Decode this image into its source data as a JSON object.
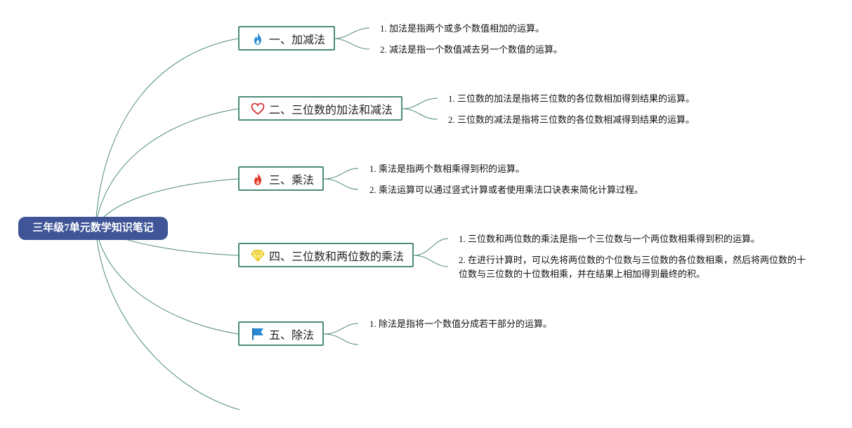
{
  "root": {
    "title": "三年级7单元数学知识笔记"
  },
  "branches": [
    {
      "title": "一、加减法",
      "icon": "fire-blue-icon",
      "points": [
        "1. 加法是指两个或多个数值相加的运算。",
        "2. 减法是指一个数值减去另一个数值的运算。"
      ]
    },
    {
      "title": "二、三位数的加法和减法",
      "icon": "heart-outline-icon",
      "points": [
        "1. 三位数的加法是指将三位数的各位数相加得到结果的运算。",
        "2. 三位数的减法是指将三位数的各位数相减得到结果的运算。"
      ]
    },
    {
      "title": "三、乘法",
      "icon": "fire-red-icon",
      "points": [
        "1. 乘法是指两个数相乘得到积的运算。",
        "2. 乘法运算可以通过竖式计算或者使用乘法口诀表来简化计算过程。"
      ]
    },
    {
      "title": "四、三位数和两位数的乘法",
      "icon": "diamond-icon",
      "points": [
        "1. 三位数和两位数的乘法是指一个三位数与一个两位数相乘得到积的运算。",
        "2. 在进行计算时，可以先将两位数的个位数与三位数的各位数相乘，然后将两位数的十位数与三位数的十位数相乘，并在结果上相加得到最终的积。"
      ]
    },
    {
      "title": "五、除法",
      "icon": "flag-icon",
      "points": [
        "1. 除法是指将一个数值分成若干部分的运算。"
      ]
    }
  ],
  "colors": {
    "root_fill": "#3f5597",
    "branch_border": "#4e8c7b",
    "connector": "#4e8c7b",
    "icon_blue": "#2d8fd6",
    "icon_red": "#e0382c",
    "icon_heart": "#d23a3a",
    "icon_diamond": "#f5d21b",
    "icon_flag": "#2a88d0"
  }
}
